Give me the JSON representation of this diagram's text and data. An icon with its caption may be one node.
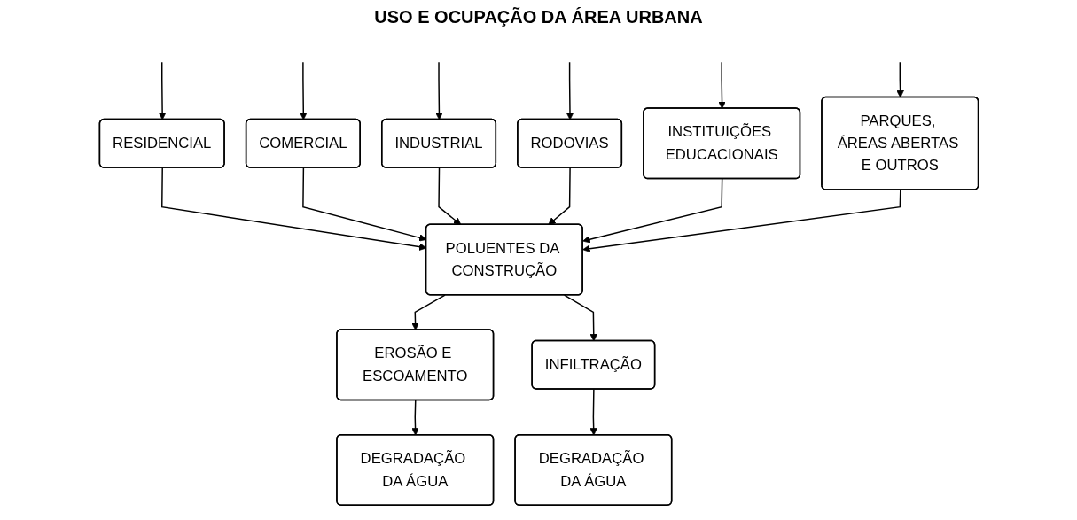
{
  "diagram": {
    "title": "USO E OCUPAÇÃO DA ÁREA URBANA",
    "nodes": [
      {
        "text": [
          "RESIDENCIAL"
        ]
      },
      {
        "text": [
          "COMERCIAL"
        ]
      },
      {
        "text": [
          "INDUSTRIAL"
        ]
      },
      {
        "text": [
          "RODOVIAS"
        ]
      },
      {
        "text": [
          "INSTITUIÇÕES EDUCACIONAIS"
        ]
      },
      {
        "text": [
          "PARQUES, ÁREAS ABERTAS E OUTROS"
        ]
      },
      {
        "text": [
          "POLUENTES DA CONSTRUÇÃO"
        ]
      },
      {
        "text": [
          "EROSÃO E ESCOAMENTO"
        ]
      },
      {
        "text": [
          "INFILTRAÇÃO"
        ]
      },
      {
        "text": [
          "DEGRADAÇÃO DA ÁGUA"
        ]
      },
      {
        "text": [
          "DEGRADAÇÃO DA ÁGUA"
        ]
      }
    ],
    "edges": [
      {
        "from": null,
        "to": 0,
        "arrow": "to"
      },
      {
        "from": null,
        "to": 1,
        "arrow": "to"
      },
      {
        "from": null,
        "to": 2,
        "arrow": "to"
      },
      {
        "from": null,
        "to": 3,
        "arrow": "to"
      },
      {
        "from": null,
        "to": 4,
        "arrow": "to"
      },
      {
        "from": null,
        "to": 5,
        "arrow": "to"
      },
      {
        "from": 0,
        "to": 6,
        "arrow": "to"
      },
      {
        "from": 1,
        "to": 6,
        "arrow": "to"
      },
      {
        "from": 2,
        "to": 6,
        "arrow": "to"
      },
      {
        "from": 3,
        "to": 6,
        "arrow": "to"
      },
      {
        "from": 4,
        "to": 6,
        "arrow": "to"
      },
      {
        "from": 5,
        "to": 6,
        "arrow": "to"
      },
      {
        "from": 6,
        "to": 7,
        "arrow": "to"
      },
      {
        "from": 6,
        "to": 8,
        "arrow": "to"
      },
      {
        "from": 7,
        "to": 9,
        "arrow": "to"
      },
      {
        "from": 8,
        "to": 10,
        "arrow": "to"
      }
    ]
  }
}
